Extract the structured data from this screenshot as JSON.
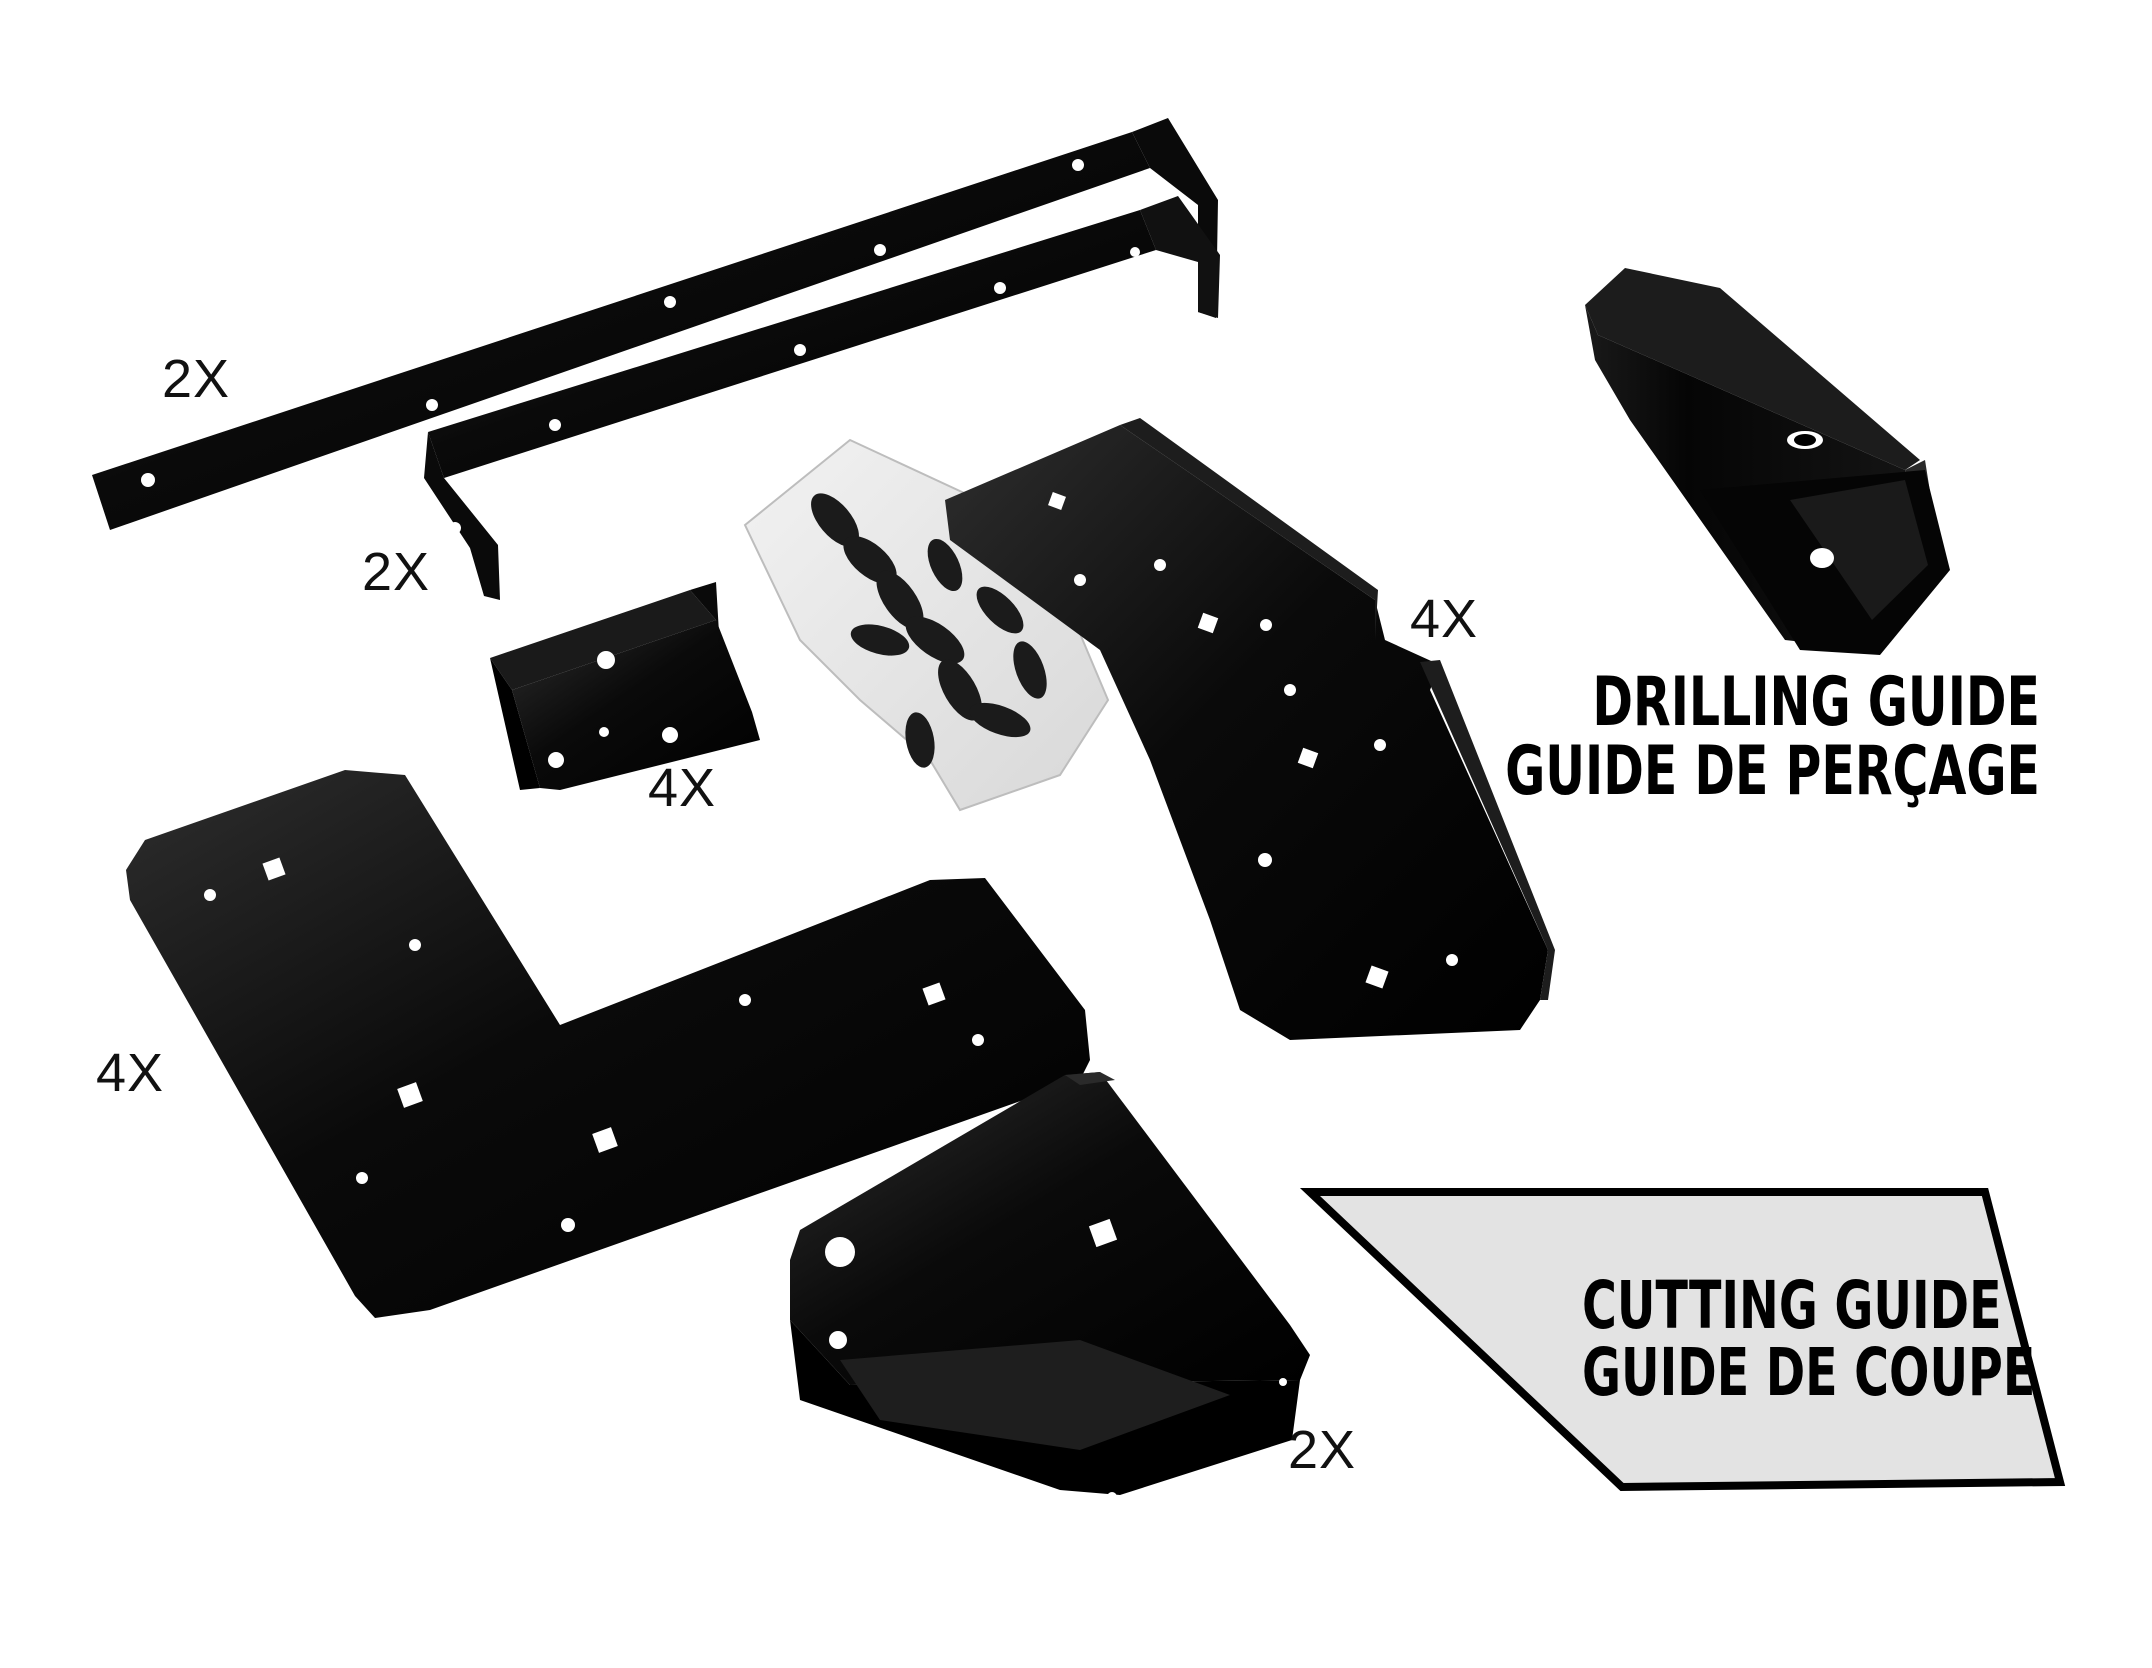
{
  "colors": {
    "background": "#ffffff",
    "metal": "#0b0b0b",
    "metal_highlight": "#3a3a3a",
    "label_panel": "#e3e3e3",
    "text": "#000000"
  },
  "quantities": {
    "long_bracket": "2X",
    "short_bracket": "2X",
    "small_angle": "4X",
    "y_plate": "4X",
    "l_plate": "4X",
    "saddle": "2X"
  },
  "drilling_guide": {
    "line_en": "DRILLING GUIDE",
    "line_fr": "GUIDE DE PERÇAGE"
  },
  "cutting_guide": {
    "line_en": "CUTTING GUIDE",
    "line_fr": "GUIDE DE COUPE"
  }
}
